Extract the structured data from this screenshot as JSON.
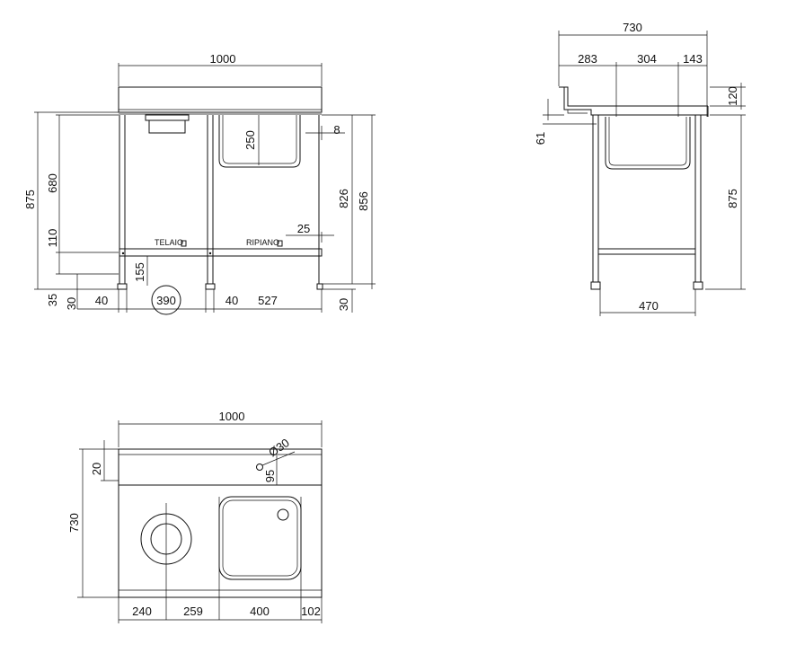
{
  "front_view": {
    "width": "1000",
    "total_height": "875",
    "leg_height": "680",
    "shelf_height": "110",
    "foot": "35",
    "foot_inner": "30",
    "basin_depth": "250",
    "top_thickness": "8",
    "sink_height": "826",
    "frame_height": "856",
    "shelf_offset": "25",
    "shelf_clearance": "155",
    "left_offset": "40",
    "waste_dia": "390",
    "mid_offset": "40",
    "right_span": "527",
    "right_foot": "30",
    "label_frame": "TELAIO",
    "label_shelf": "RIPIANO"
  },
  "side_view": {
    "depth": "730",
    "seg1": "283",
    "seg2": "304",
    "seg3": "143",
    "upstand": "120",
    "edge": "61",
    "height": "875",
    "base": "470"
  },
  "top_view": {
    "width": "1000",
    "depth": "730",
    "back": "20",
    "tap_hole": "Ø30",
    "tap_offset": "95",
    "d1": "240",
    "d2": "259",
    "d3": "400",
    "d4": "102"
  }
}
